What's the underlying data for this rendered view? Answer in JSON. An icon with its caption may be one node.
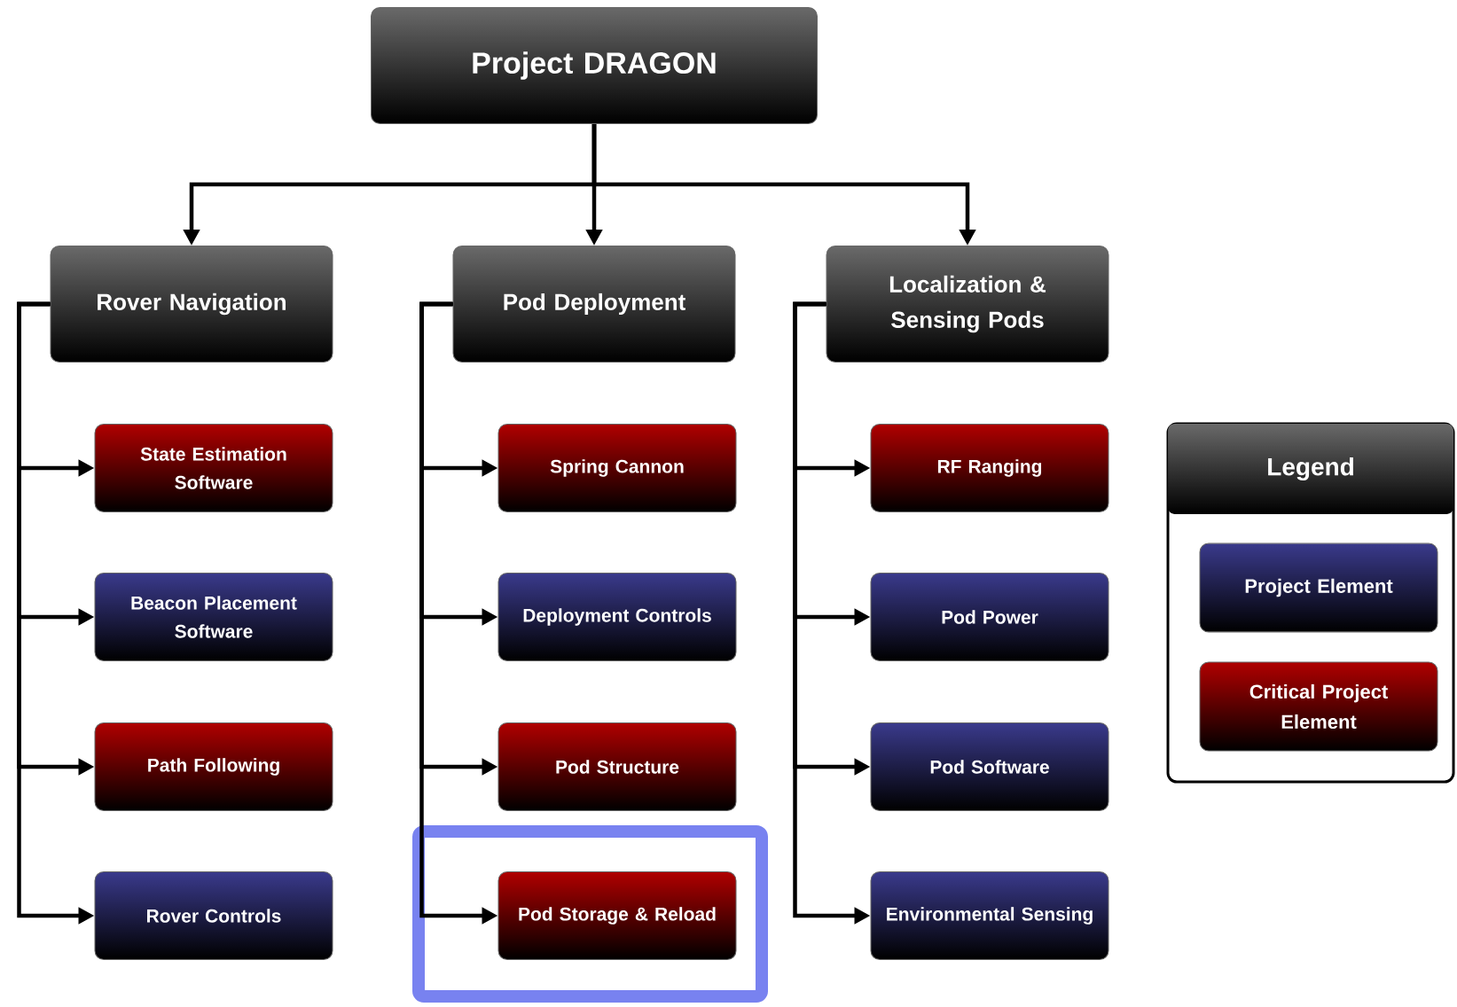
{
  "diagram": {
    "nodes": [
      {
        "text": [
          "Project DRAGON"
        ]
      },
      {
        "text": [
          "Rover Navigation"
        ]
      },
      {
        "text": [
          "Pod Deployment"
        ]
      },
      {
        "text": [
          "Localization & Sensing Pods"
        ]
      },
      {
        "text": [
          "State Estimation Software"
        ]
      },
      {
        "text": [
          "Beacon Placement Software"
        ]
      },
      {
        "text": [
          "Path Following"
        ]
      },
      {
        "text": [
          "Rover Controls"
        ]
      },
      {
        "text": [
          "Spring Cannon"
        ]
      },
      {
        "text": [
          "Deployment Controls"
        ]
      },
      {
        "text": [
          "Pod Structure"
        ]
      },
      {
        "text": [
          "Pod Storage & Reload"
        ]
      },
      {
        "text": [
          "RF Ranging"
        ]
      },
      {
        "text": [
          "Pod Power"
        ]
      },
      {
        "text": [
          "Pod Software"
        ]
      },
      {
        "text": [
          "Environmental Sensing"
        ]
      }
    ],
    "edges": [
      {
        "from": 0,
        "to": 1,
        "arrow": "to"
      },
      {
        "from": 0,
        "to": 2,
        "arrow": "to"
      },
      {
        "from": 0,
        "to": 3,
        "arrow": "to"
      },
      {
        "from": 1,
        "to": 4,
        "arrow": "to"
      },
      {
        "from": 1,
        "to": 5,
        "arrow": "to"
      },
      {
        "from": 1,
        "to": 6,
        "arrow": "to"
      },
      {
        "from": 1,
        "to": 7,
        "arrow": "to"
      },
      {
        "from": 2,
        "to": 8,
        "arrow": "to"
      },
      {
        "from": 2,
        "to": 9,
        "arrow": "to"
      },
      {
        "from": 2,
        "to": 10,
        "arrow": "to"
      },
      {
        "from": 2,
        "to": 11,
        "arrow": "to"
      },
      {
        "from": 3,
        "to": 12,
        "arrow": "to"
      },
      {
        "from": 3,
        "to": 13,
        "arrow": "to"
      },
      {
        "from": 3,
        "to": 14,
        "arrow": "to"
      },
      {
        "from": 3,
        "to": 15,
        "arrow": "to"
      }
    ],
    "labels": [
      "Legend"
    ],
    "legend": [
      {
        "text": "Project Element",
        "color": "#3a3a8c"
      },
      {
        "text": "Critical Project Element",
        "color": "#b00000"
      }
    ]
  }
}
